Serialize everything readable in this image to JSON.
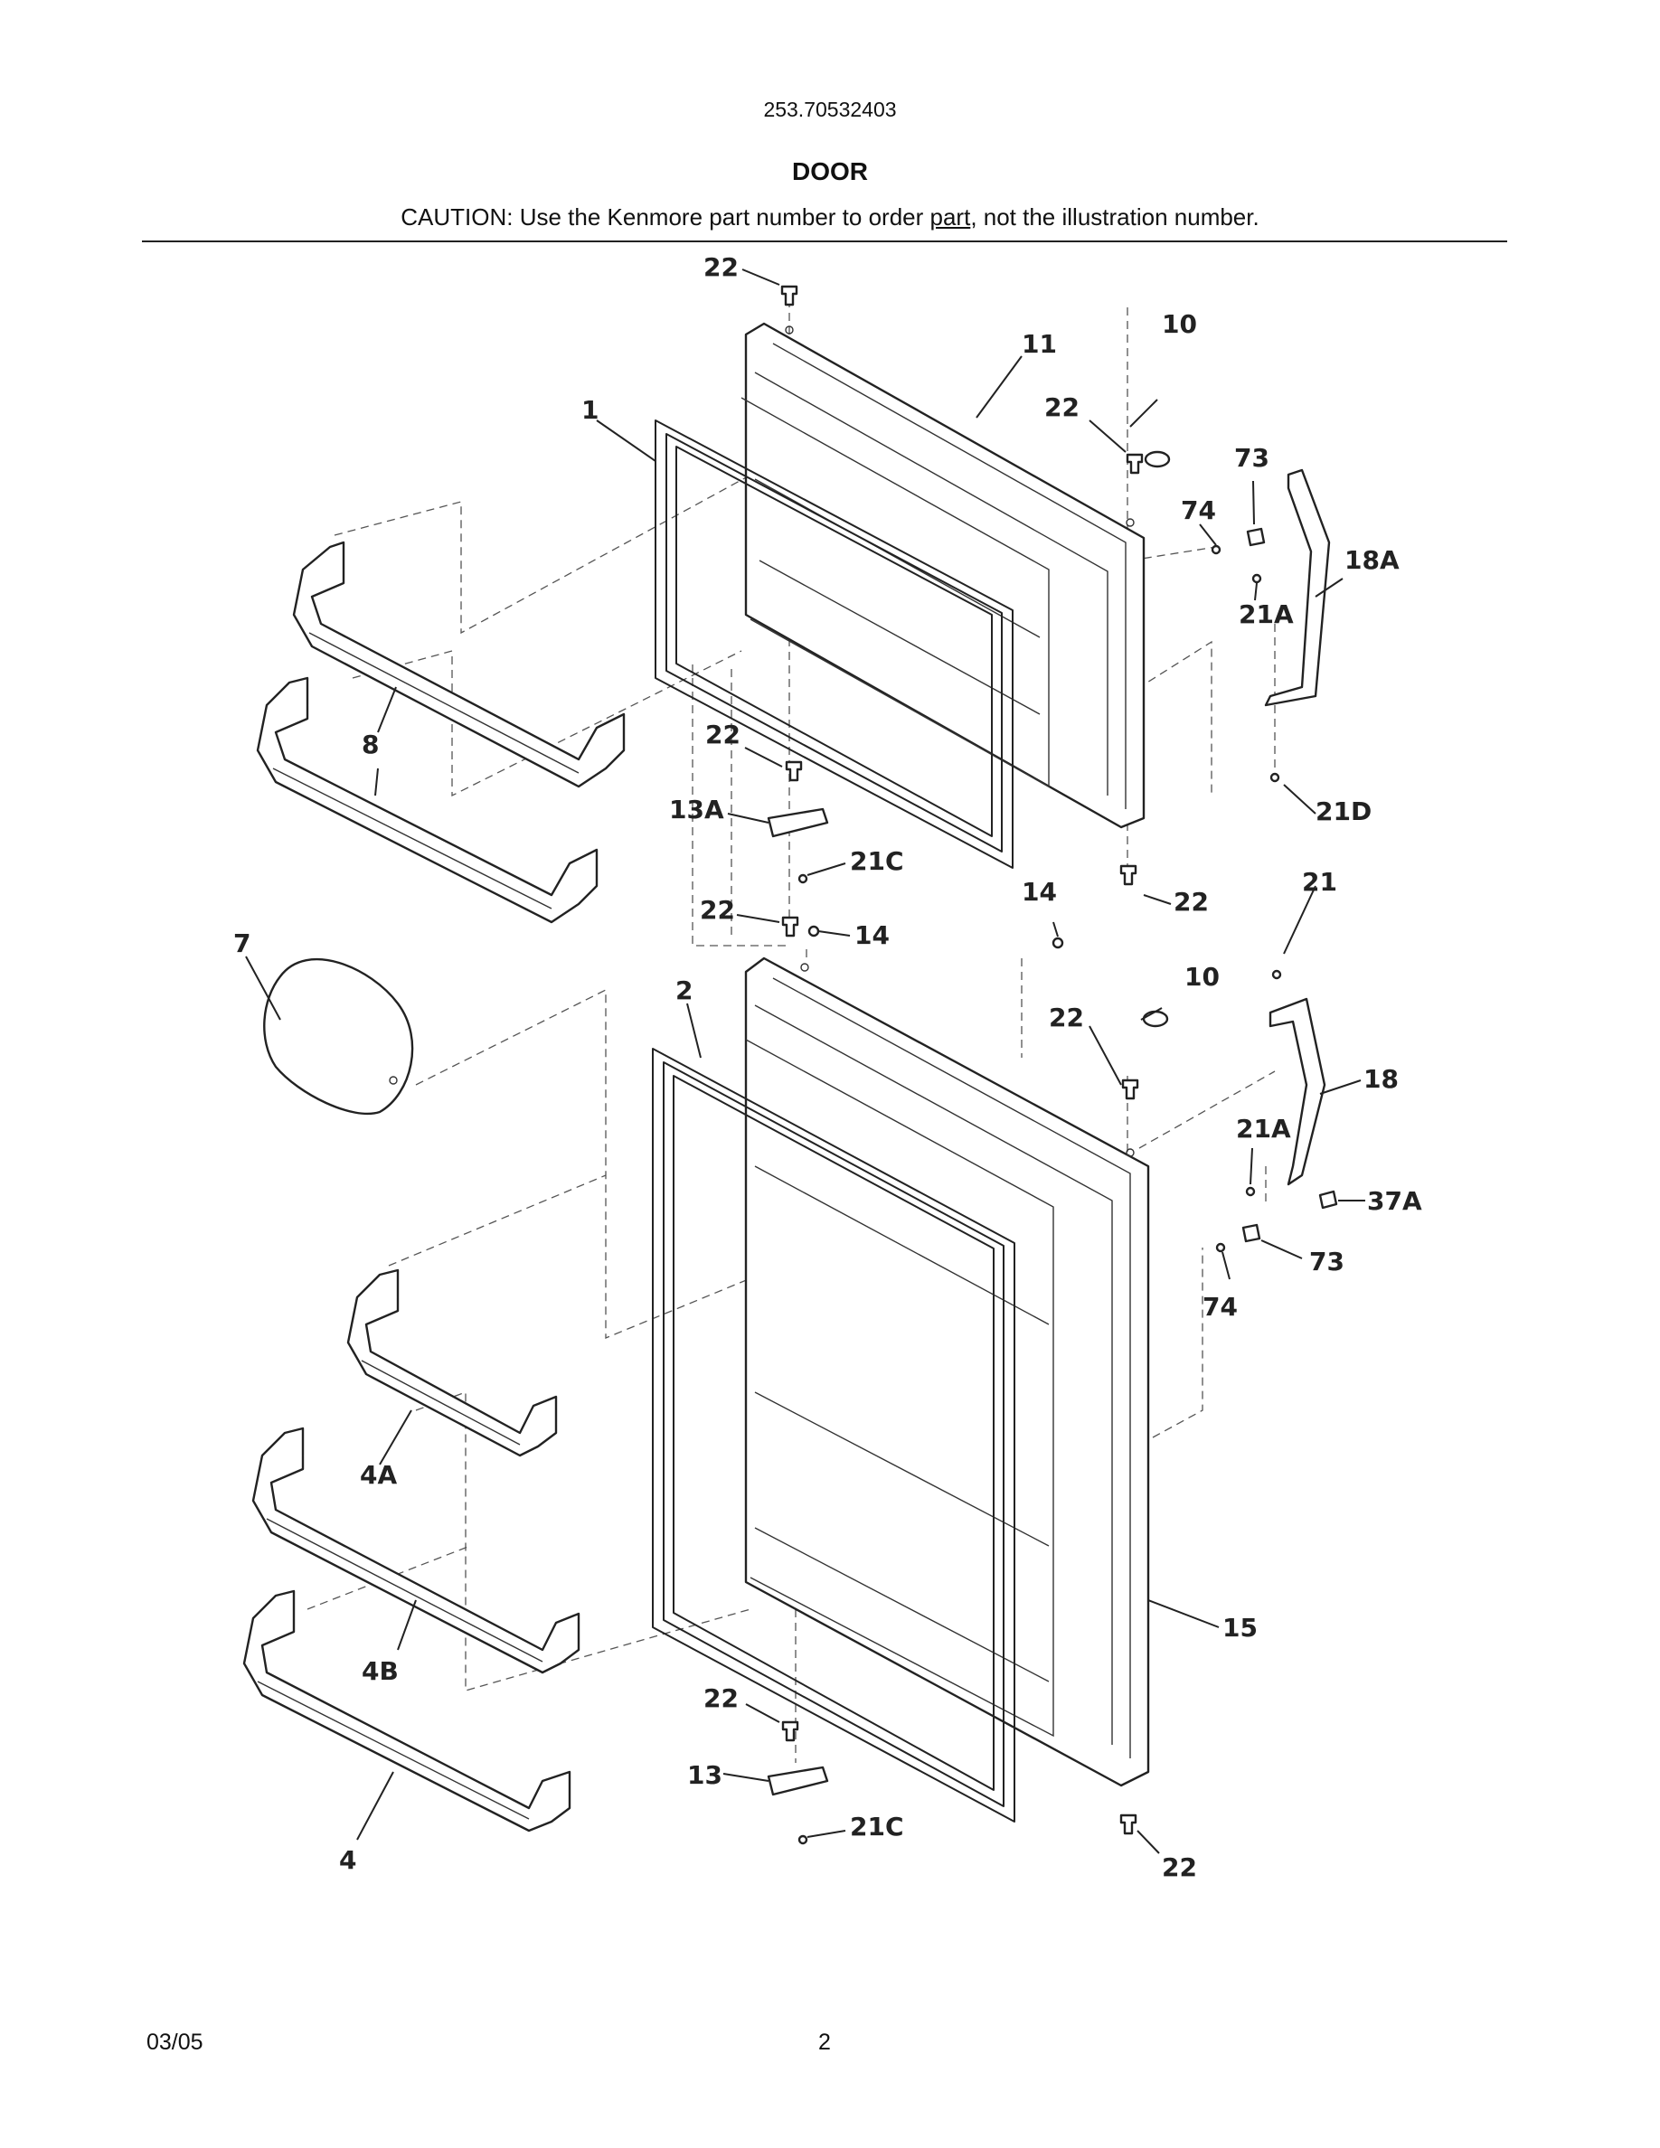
{
  "header": {
    "model_number": "253.70532403",
    "section_title": "DOOR",
    "caution_before": "CAUTION: Use the Kenmore part number to order ",
    "caution_underlined": "part",
    "caution_after": ", not the illustration number."
  },
  "callouts": {
    "c22_top": "22",
    "c11": "11",
    "c10_upper": "10",
    "c22_upper_right": "22",
    "c1": "1",
    "c73_upper": "73",
    "c74_upper": "74",
    "c18A": "18A",
    "c21A_upper": "21A",
    "c8": "8",
    "c22_mid_a": "22",
    "c13A": "13A",
    "c21C_upper": "21C",
    "c21D": "21D",
    "c14_right": "14",
    "c22_mid_right": "22",
    "c21": "21",
    "c22_mid_b": "22",
    "c14_left": "14",
    "c7": "7",
    "c2": "2",
    "c10_lower": "10",
    "c22_lower_right": "22",
    "c18": "18",
    "c21A_lower": "21A",
    "c37A": "37A",
    "c73_lower": "73",
    "c74_lower": "74",
    "c4A": "4A",
    "c4B": "4B",
    "c15": "15",
    "c22_low_a": "22",
    "c13": "13",
    "c21C_lower": "21C",
    "c4": "4",
    "c22_bottom": "22"
  },
  "footer": {
    "date": "03/05",
    "page_number": "2"
  }
}
